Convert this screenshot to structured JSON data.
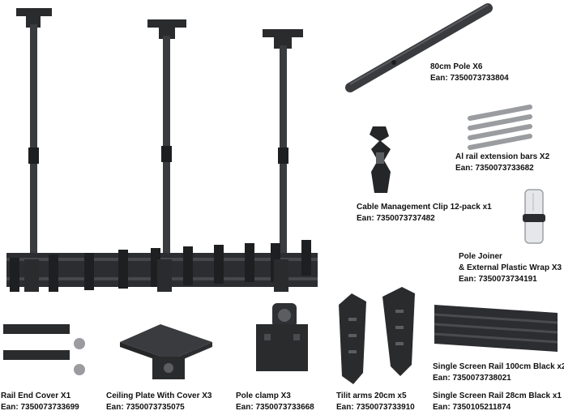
{
  "items": [
    {
      "name": "80cm Pole X6",
      "ean": "Ean: 7350073733804"
    },
    {
      "name": "Al rail extension bars X2",
      "ean": "Ean: 7350073733682"
    },
    {
      "name": "Cable Management Clip 12-pack x1",
      "ean": "Ean: 7350073737482"
    },
    {
      "name": "Pole Joiner",
      "name2": "& External Plastic Wrap X3",
      "ean": "Ean: 7350073734191"
    },
    {
      "name": "Rail End Cover X1",
      "ean": "Ean: 7350073733699"
    },
    {
      "name": "Ceiling Plate With Cover X3",
      "ean": "Ean: 7350073735075"
    },
    {
      "name": "Pole clamp X3",
      "ean": "Ean: 7350073733668"
    },
    {
      "name": "Tilit arms 20cm x5",
      "ean": "Ean: 7350073733910"
    },
    {
      "name": "Single Screen Rail 100cm Black x2",
      "ean": "Ean: 7350073738021"
    },
    {
      "name": "Single Screen Rail 28cm Black x1",
      "ean": "Ean: 7350105211874"
    }
  ]
}
